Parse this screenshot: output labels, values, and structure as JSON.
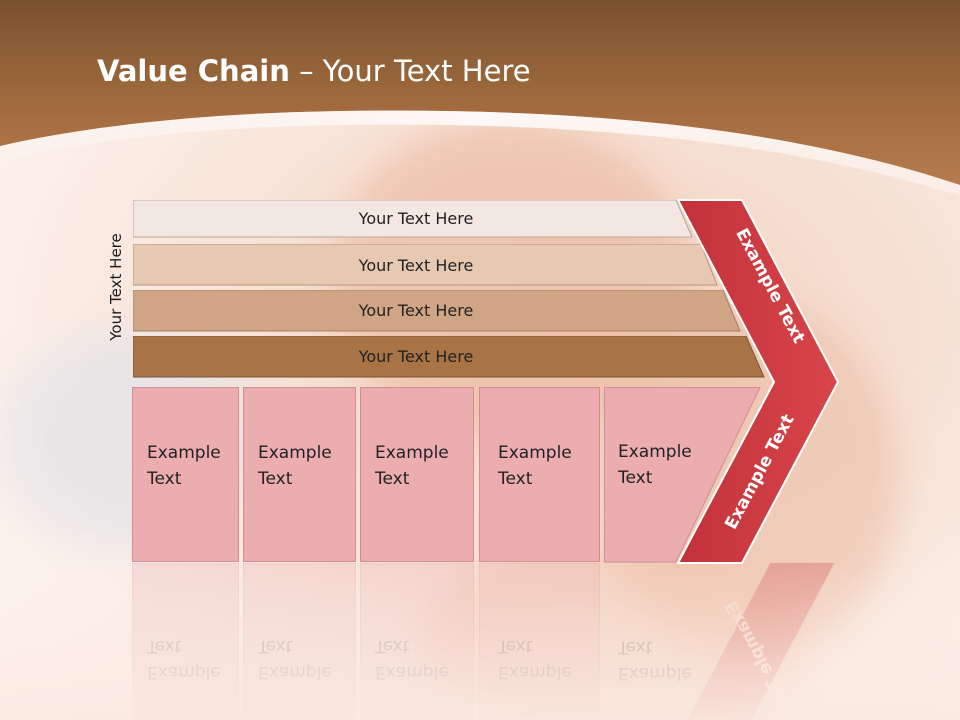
{
  "colors": {
    "header_brown": "#a86f42",
    "chevron_red": "#cd3a3e",
    "box_pink": "#ebadb0",
    "row_fills": [
      "#f3e7e1",
      "#e7c9b2",
      "#cfa585",
      "#a87446"
    ]
  },
  "title": {
    "bold": "Value Chain",
    "rest": " – Your Text Here"
  },
  "side_label": "Your Text Here",
  "rows": [
    {
      "label": "Your Text Here"
    },
    {
      "label": "Your Text Here"
    },
    {
      "label": "Your Text Here"
    },
    {
      "label": "Your Text Here"
    }
  ],
  "boxes": [
    {
      "label": "Example Text"
    },
    {
      "label": "Example Text"
    },
    {
      "label": "Example Text"
    },
    {
      "label": "Example Text"
    },
    {
      "label": "Example Text"
    }
  ],
  "chevron": {
    "upper_label": "Example Text",
    "lower_label": "Example Text"
  }
}
